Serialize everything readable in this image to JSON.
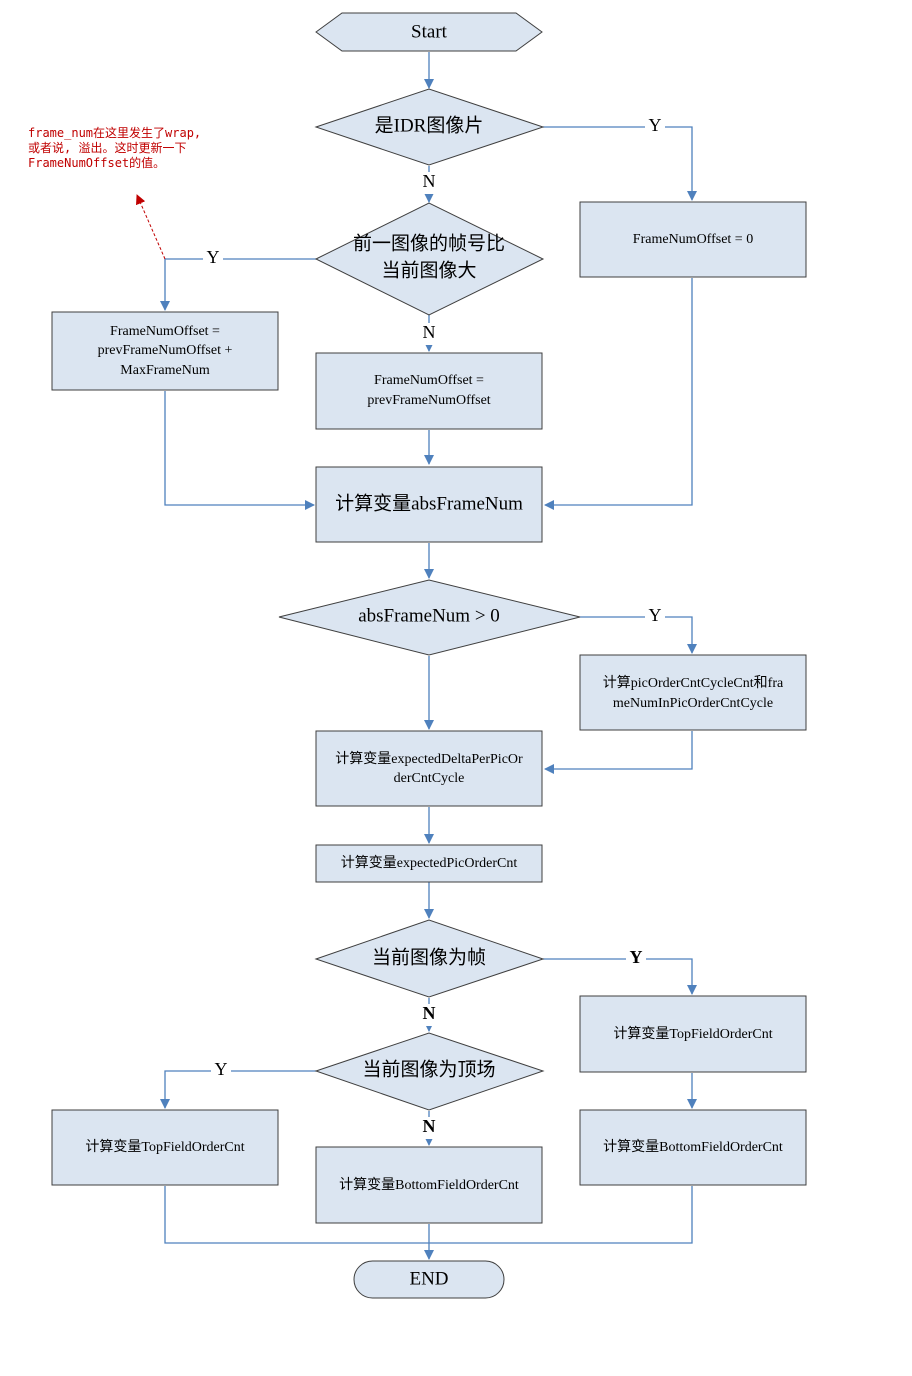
{
  "nodes": {
    "start": "Start",
    "is_idr": "是IDR图像片",
    "offset_zero": "FrameNumOffset = 0",
    "prev_bigger": [
      "前一图像的帧号比",
      "当前图像大"
    ],
    "offset_wrap": [
      "FrameNumOffset =",
      "prevFrameNumOffset +",
      "MaxFrameNum"
    ],
    "offset_prev": [
      "FrameNumOffset =",
      "prevFrameNumOffset"
    ],
    "calc_abs": "计算变量absFrameNum",
    "abs_gt_zero": "absFrameNum > 0",
    "calc_cycle": [
      "计算picOrderCntCycleCnt和fra",
      "meNumInPicOrderCntCycle"
    ],
    "calc_delta": [
      "计算变量expectedDeltaPerPicOr",
      "derCntCycle"
    ],
    "calc_expected": "计算变量expectedPicOrderCnt",
    "is_frame": "当前图像为帧",
    "frame_top": "计算变量TopFieldOrderCnt",
    "frame_bottom": "计算变量BottomFieldOrderCnt",
    "is_top_field": "当前图像为顶场",
    "field_top": "计算变量TopFieldOrderCnt",
    "field_bottom": "计算变量BottomFieldOrderCnt",
    "end": "END"
  },
  "edge_labels": {
    "idr_yes": "Y",
    "idr_no": "N",
    "prev_yes": "Y",
    "prev_no": "N",
    "abs_yes": "Y",
    "frame_yes": "Y",
    "frame_no": "N",
    "top_yes": "Y",
    "top_no": "N"
  },
  "annotation": [
    "frame_num在这里发生了wrap,",
    "或者说, 溢出。这时更新一下",
    "FrameNumOffset的值。"
  ],
  "colors": {
    "fill": "#dbe5f1",
    "stroke": "#3f3f3f",
    "arrow": "#4f81bd",
    "note": "#c00000"
  }
}
